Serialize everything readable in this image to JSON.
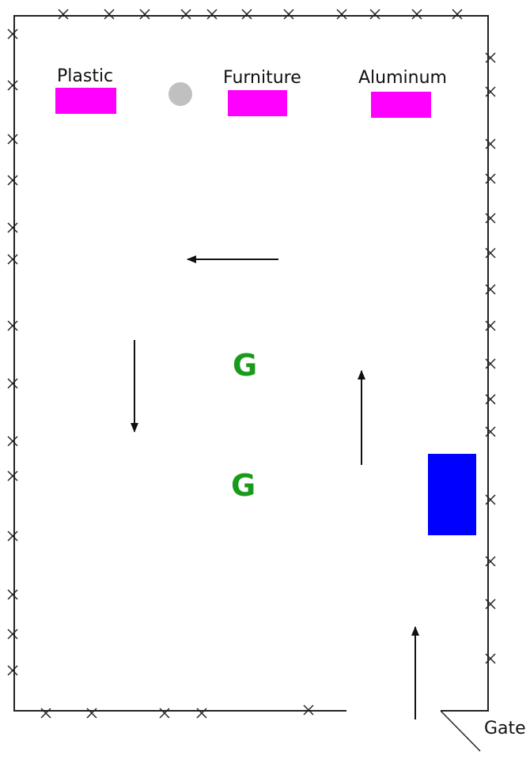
{
  "colors": {
    "bin": "#ff00ff",
    "marker": "#1a9a1a",
    "equipment": "#0000ff",
    "pole": "#c0c0c0",
    "fence": "#222222"
  },
  "bins": [
    {
      "label": "Plastic"
    },
    {
      "label": "Furniture"
    },
    {
      "label": "Aluminum"
    }
  ],
  "markers": [
    "G",
    "G"
  ],
  "gate": {
    "label": "Gate"
  },
  "traffic_flow": [
    "left",
    "down",
    "up",
    "up"
  ]
}
